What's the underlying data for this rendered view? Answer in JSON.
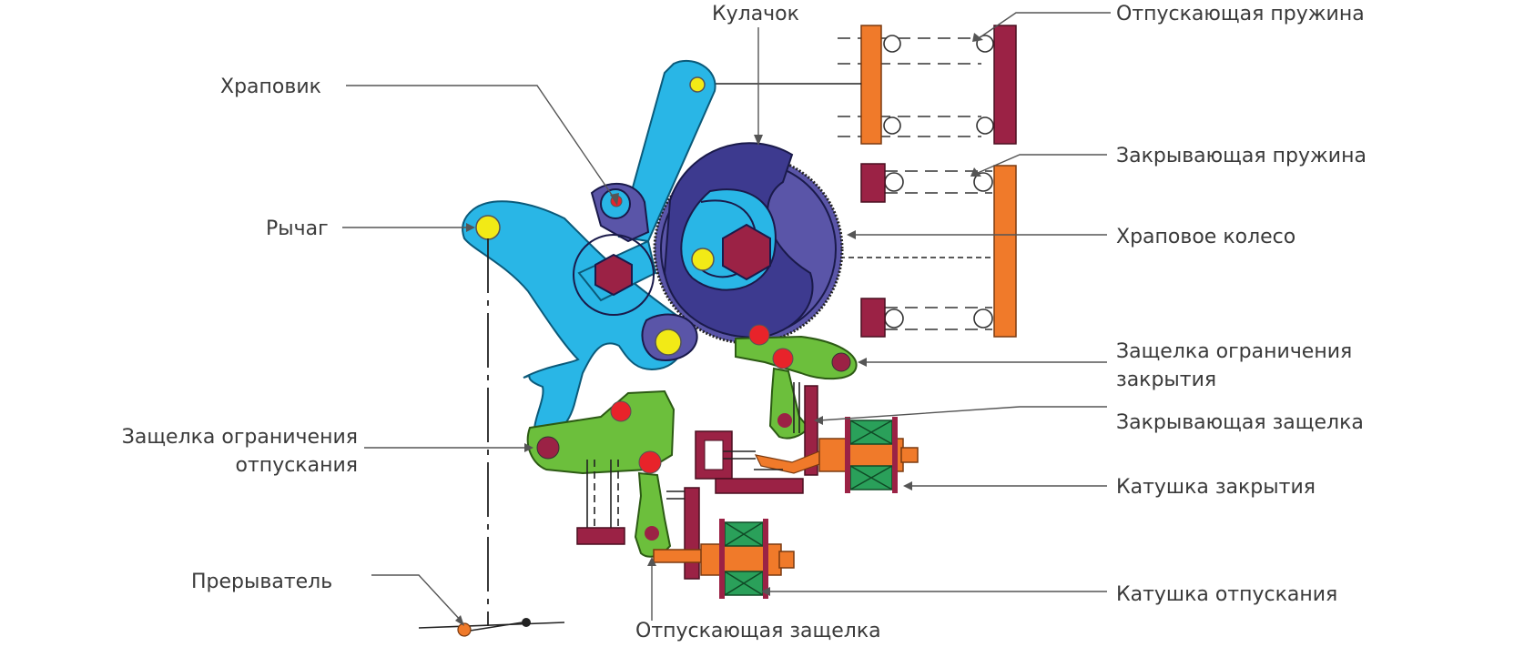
{
  "labels": {
    "cam": "Кулачок",
    "opening_spring": "Отпускающая пружина",
    "ratchet": "Храповик",
    "closing_spring": "Закрывающая пружина",
    "lever": "Рычаг",
    "ratchet_wheel": "Храповое колесо",
    "closing_limit_latch_line1": "Защелка ограничения",
    "closing_limit_latch_line2": "закрытия",
    "closing_latch": "Закрывающая защелка",
    "opening_limit_latch_line1": "Защелка ограничения",
    "opening_limit_latch_line2": "отпускания",
    "closing_coil": "Катушка закрытия",
    "breaker": "Прерыватель",
    "opening_coil": "Катушка отпускания",
    "opening_latch": "Отпускающая защелка"
  },
  "colors": {
    "lever_blue": "#29b6e6",
    "wheel_purple": "#5a55a8",
    "latch_green": "#6cbf3c",
    "spring_orange": "#f07a2a",
    "plate_maroon": "#9b2245",
    "pivot_yellow": "#f2ea16",
    "pin_red": "#e8232a"
  }
}
